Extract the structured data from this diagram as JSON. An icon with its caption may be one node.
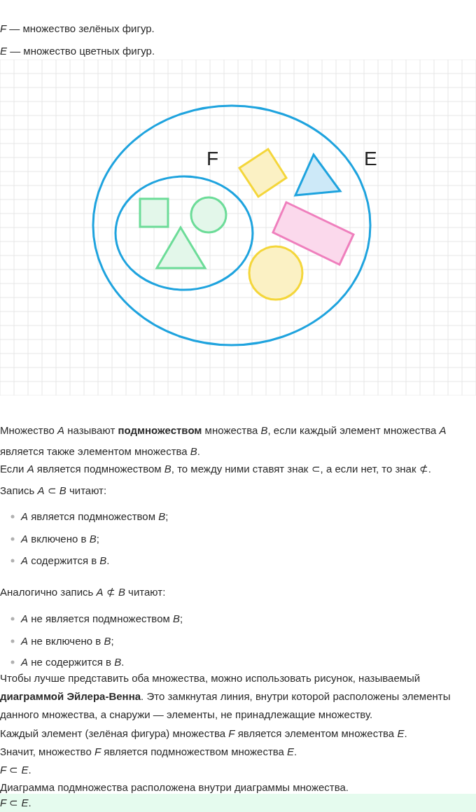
{
  "diagram": {
    "nodes": [
      {
        "text": [
          "E"
        ]
      },
      {
        "text": [
          "F"
        ],
        "in": 0
      },
      {
        "text": [],
        "shape": "square",
        "in": 1
      },
      {
        "text": [],
        "shape": "circle",
        "in": 1
      },
      {
        "text": [],
        "shape": "triangle",
        "in": 1
      },
      {
        "text": [],
        "shape": "diamond",
        "in": 0
      },
      {
        "text": [],
        "shape": "triangle",
        "in": 0
      },
      {
        "text": [],
        "shape": "rectangle",
        "in": 0
      },
      {
        "text": [],
        "shape": "circle",
        "in": 0
      }
    ],
    "edges": [],
    "labels": [
      "*F* — множество зелёных фигур.",
      "*E* — множество цветных фигур.",
      "Множество *A* называют **подмножеством** множества *B*, если каждый элемент множества *A* является также элементом множества *B*.",
      "Если *A* является подмножеством *B*, то между ними ставят знак ⊂, а если нет, то знак ⊄.",
      "Запись *A* ⊂ *B* читают:",
      "*A* является подмножеством *B*;",
      "*A* включено в *B*;",
      "*A* содержится в *B*.",
      "Аналогично запись *A* ⊄ *B* читают:",
      "*A* не является подмножеством *B*;",
      "*A* не включено в *B*;",
      "*A* не содержится в *B*.",
      "Чтобы лучше представить оба множества, можно использовать рисунок, называемый **диаграммой Эйлера-Венна**. Это замкнутая линия, внутри которой расположены элементы данного множества, а снаружи — элементы, не принадлежащие множеству.",
      "Каждый элемент (зелёная фигура) множества *F* является элементом множества *E*.",
      "Значит, множество *F* является подмножеством множества *E*.",
      "*F* ⊂ *E*.",
      "Диаграмма подмножества расположена внутри диаграммы множества.",
      "*F* ⊂ *E*."
    ]
  }
}
